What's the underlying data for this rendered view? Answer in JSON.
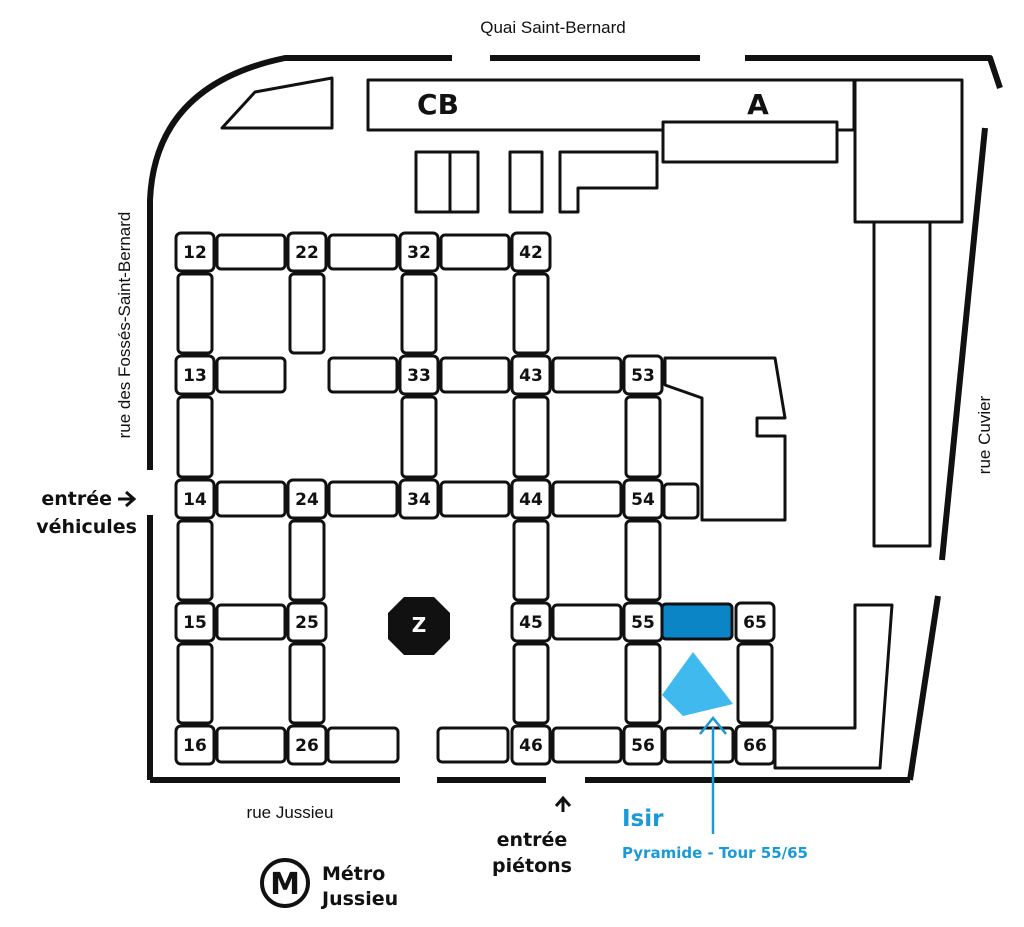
{
  "streets": {
    "north": "Quai Saint-Bernard",
    "west": "rue des Fossés-Saint-Bernard",
    "east": "rue Cuvier",
    "south": "rue Jussieu"
  },
  "buildings": {
    "cb": "CB",
    "a": "A",
    "z": "Z"
  },
  "towers": [
    "12",
    "22",
    "32",
    "42",
    "13",
    "33",
    "43",
    "53",
    "14",
    "24",
    "34",
    "44",
    "54",
    "15",
    "25",
    "45",
    "55",
    "65",
    "16",
    "26",
    "46",
    "56",
    "66"
  ],
  "entrances": {
    "vehicles_line1": "entrée",
    "vehicles_line2": "véhicules",
    "pedestrians_line1": "entrée",
    "pedestrians_line2": "piétons"
  },
  "metro": {
    "icon_letter": "M",
    "line1": "Métro",
    "line2": "Jussieu"
  },
  "destination": {
    "name": "Isir",
    "detail": "Pyramide - Tour 55/65"
  },
  "colors": {
    "ink": "#111111",
    "highlight": "#0b85c6",
    "pyramid": "#3fb9ee",
    "isir_text": "#1a9ad6"
  }
}
